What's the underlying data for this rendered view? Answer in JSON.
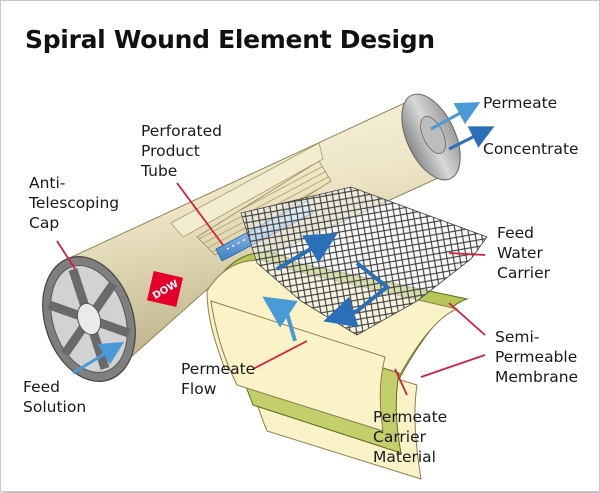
{
  "title": "Spiral Wound Element Design",
  "labels": {
    "perforated_product_tube": [
      "Perforated",
      "Product",
      "Tube"
    ],
    "anti_telescoping_cap": [
      "Anti-",
      "Telescoping",
      "Cap"
    ],
    "permeate_out": [
      "Permeate"
    ],
    "concentrate": [
      "Concentrate"
    ],
    "feed_water_carrier": [
      "Feed",
      "Water",
      "Carrier"
    ],
    "semi_permeable_membrane": [
      "Semi-",
      "Permeable",
      "Membrane"
    ],
    "permeate_carrier_material": [
      "Permeate",
      "Carrier",
      "Material"
    ],
    "permeate_flow": [
      "Permeate",
      "Flow"
    ],
    "feed_solution": [
      "Feed",
      "Solution"
    ]
  },
  "logo": {
    "text": "DOW",
    "color": "#e4002b"
  },
  "colors": {
    "cylinder": "#e8e0c0",
    "flow_arrow": "#2a6fb8",
    "membrane": "#fbf3c8",
    "permeate_carrier": "#b5c656",
    "callout_line": "#d4213d"
  }
}
